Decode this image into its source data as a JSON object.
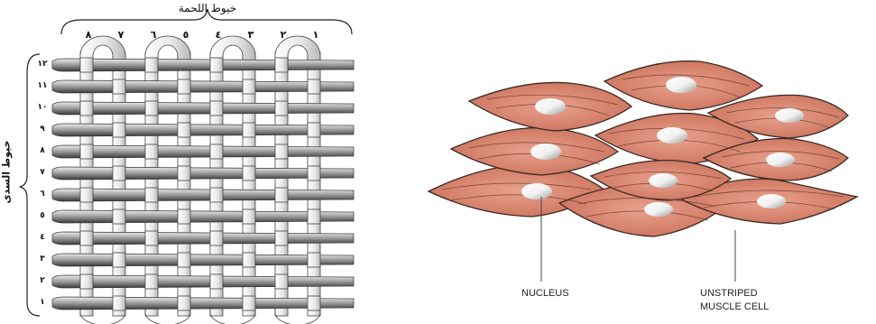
{
  "weave_diagram": {
    "weft_title": "خيوط اللحمة",
    "warp_title": "خيوط السدى",
    "top_numbers": [
      "٨",
      "٧",
      "٦",
      "٥",
      "٤",
      "٣",
      "٢",
      "١"
    ],
    "side_numbers": [
      "١٢",
      "١١",
      "١٠",
      "٩",
      "٨",
      "٧",
      "٦",
      "٥",
      "٤",
      "٣",
      "٢",
      "١"
    ]
  },
  "muscle_diagram": {
    "nucleus_label": "NUCLEUS",
    "cell_label_line1": "UNSTRIPED",
    "cell_label_line2": "MUSCLE CELL"
  }
}
